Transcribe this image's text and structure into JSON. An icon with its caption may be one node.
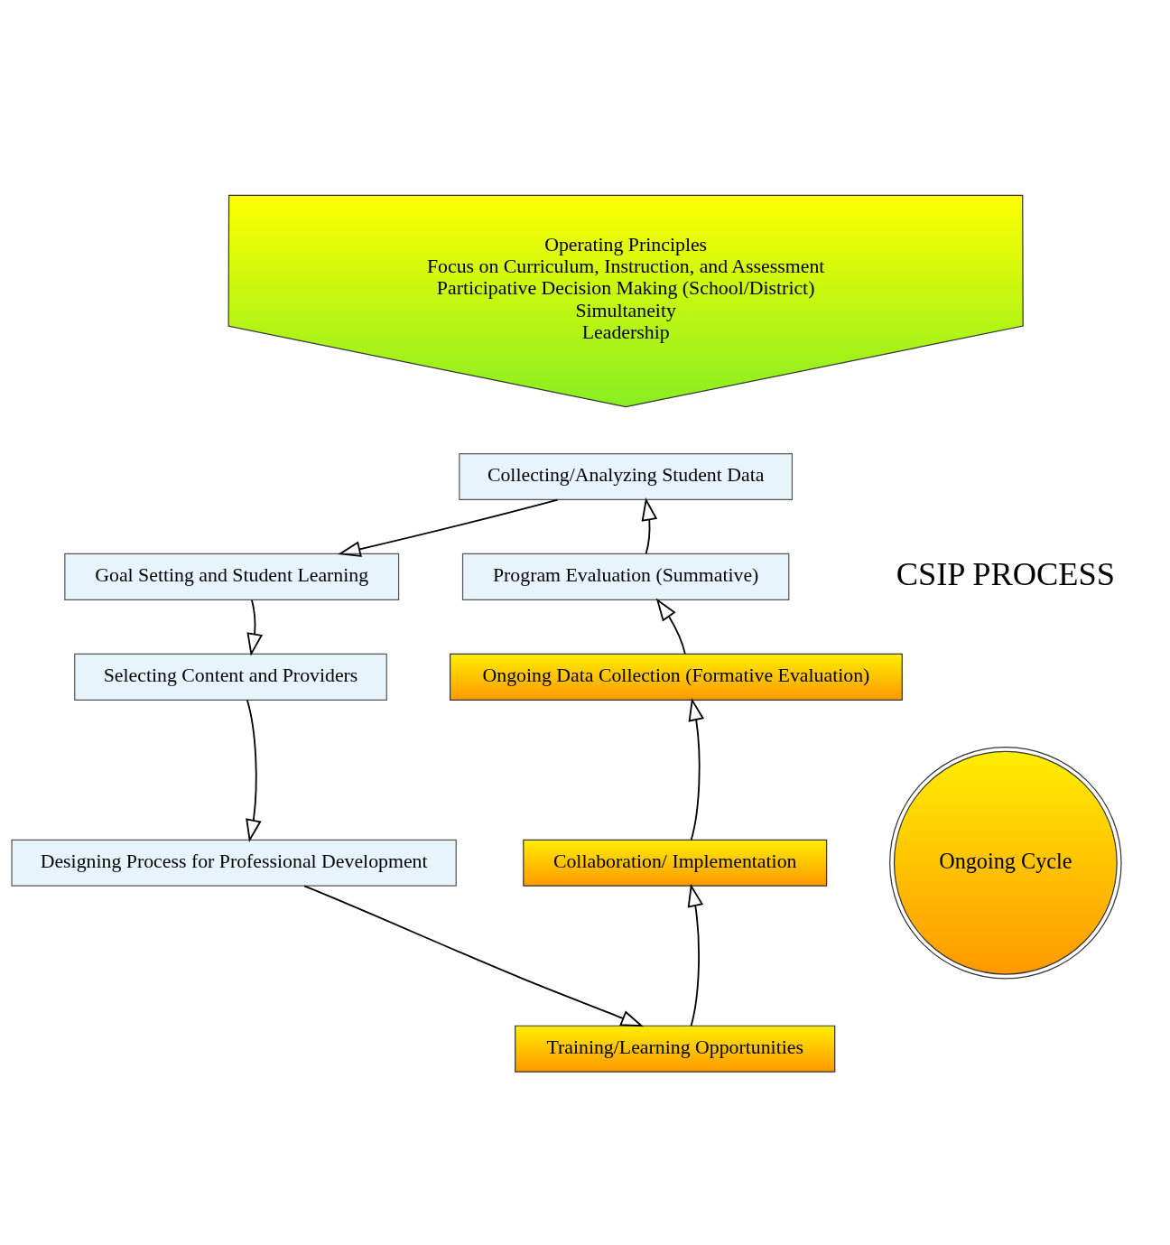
{
  "diagram": {
    "nodes": [
      {
        "text": [
          "Operating Principles",
          "Focus on Curriculum, Instruction, and Assessment",
          "Participative Decision Making (School/District)",
          "Simultaneity",
          "Leadership"
        ]
      },
      {
        "text": [
          "Collecting/Analyzing Student Data"
        ]
      },
      {
        "text": [
          "Goal Setting and Student Learning"
        ]
      },
      {
        "text": [
          "Selecting Content and Providers"
        ]
      },
      {
        "text": [
          "Designing Process for Professional Development"
        ]
      },
      {
        "text": [
          "Training/Learning Opportunities"
        ]
      },
      {
        "text": [
          "Collaboration/ Implementation"
        ]
      },
      {
        "text": [
          "Ongoing Data Collection (Formative Evaluation)"
        ]
      },
      {
        "text": [
          "Program Evaluation (Summative)"
        ]
      },
      {
        "text": [
          "Ongoing Cycle"
        ]
      }
    ],
    "edges": [
      {
        "from": 8,
        "to": 1,
        "arrow": "to"
      },
      {
        "from": 1,
        "to": 2,
        "arrow": "to"
      },
      {
        "from": 2,
        "to": 3,
        "arrow": "to"
      },
      {
        "from": 3,
        "to": 4,
        "arrow": "to"
      },
      {
        "from": 4,
        "to": 5,
        "arrow": "to"
      },
      {
        "from": 5,
        "to": 6,
        "arrow": "to"
      },
      {
        "from": 6,
        "to": 7,
        "arrow": "to"
      },
      {
        "from": 7,
        "to": 8,
        "arrow": "to"
      }
    ],
    "labels": [
      "CSIP PROCESS"
    ]
  }
}
